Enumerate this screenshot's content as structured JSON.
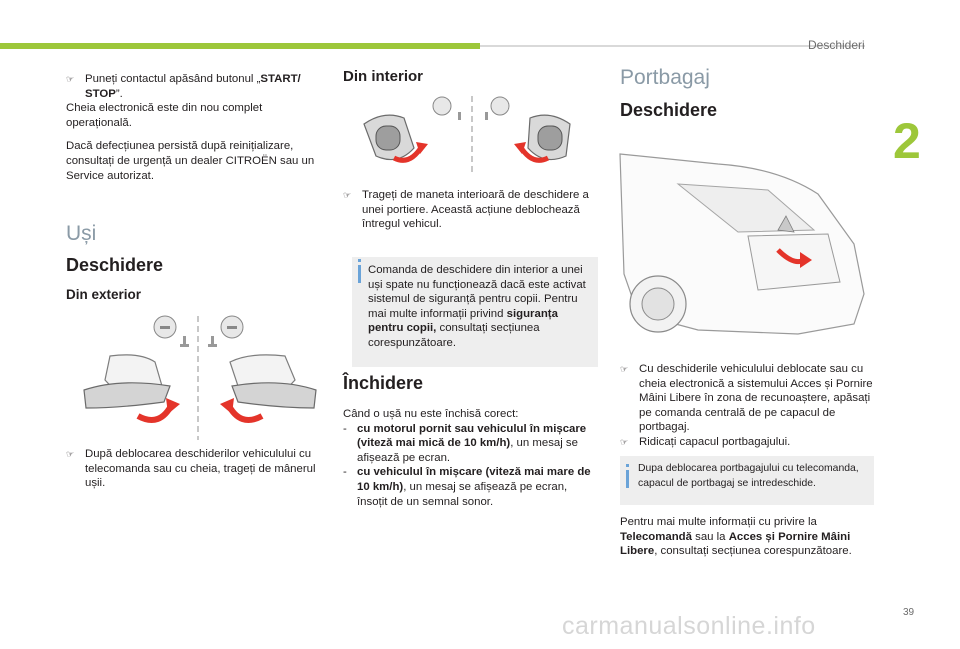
{
  "header": {
    "section": "Deschideri",
    "chapter": "2",
    "page": "39"
  },
  "col1": {
    "bullet_start_prefix": "Puneți contactul apăsând butonul „",
    "bullet_start_bold": "START/ STOP",
    "bullet_start_suffix": "”.",
    "key_line1": "Cheia electronică este din nou complet",
    "key_line2": "operațională.",
    "fault_text": "Dacă defecțiunea persistă după reinițializare, consultați de urgență un dealer CITROËN sau un Service autorizat.",
    "usi_title": "Uși",
    "deschidere_title": "Deschidere",
    "din_exterior_title": "Din exterior",
    "exterior_bullet": "După deblocarea deschiderilor vehiculului cu telecomanda sau cu cheia, trageți de mânerul ușii."
  },
  "col2": {
    "din_interior_title": "Din interior",
    "interior_bullet": "Trageți de maneta interioară de deschidere a unei portiere. Această acțiune deblochează întregul vehicul.",
    "note_part1": "Comanda de deschidere din interior a unei uși spate nu funcționează dacă este activat sistemul de siguranță pentru copii. Pentru mai multe informații privind ",
    "note_bold": "siguranța pentru copii,",
    "note_part2": " consultați secțiunea corespunzătoare.",
    "inchidere_title": "Închidere",
    "closed_intro": "Când o ușă nu este închisă corect:",
    "item1_bold": "cu motorul pornit sau vehiculul în mișcare (viteză mai mică de 10 km/h)",
    "item1_rest": ", un mesaj se afișează pe ecran.",
    "item2_bold": "cu vehiculul în mișcare (viteză mai mare de 10 km/h)",
    "item2_rest": ", un mesaj se afișează pe ecran, însoțit de un semnal sonor."
  },
  "col3": {
    "portbagaj_title": "Portbagaj",
    "deschidere_title": "Deschidere",
    "bullet1": "Cu deschiderile vehiculului deblocate sau cu cheia electronică a sistemului Acces și Pornire Mâini Libere în zona de recunoaștere, apăsați pe comanda centrală de pe capacul de portbagaj.",
    "bullet2": "Ridicați capacul portbagajului.",
    "note": "Dupa deblocarea portbagajului cu telecomanda, capacul de portbagaj se intredeschide.",
    "more_prefix": "Pentru mai multe informații cu privire la ",
    "more_bold1": "Telecomandă",
    "more_mid": " sau la ",
    "more_bold2": "Acces și Pornire Mâini Libere",
    "more_suffix": ", consultați secțiunea corespunzătoare."
  },
  "watermark": "carmanualsonline.info",
  "colors": {
    "accent_green": "#9dc73a",
    "heading_light": "#8a9aa6",
    "note_bg": "#eeeeee",
    "info_blue": "#6aa3d8",
    "arrow_red": "#e4342a"
  },
  "icons": [
    "bullet-arrow-icon",
    "info-icon",
    "steering-wheel-icon",
    "door-handle-illustration",
    "trunk-illustration"
  ]
}
